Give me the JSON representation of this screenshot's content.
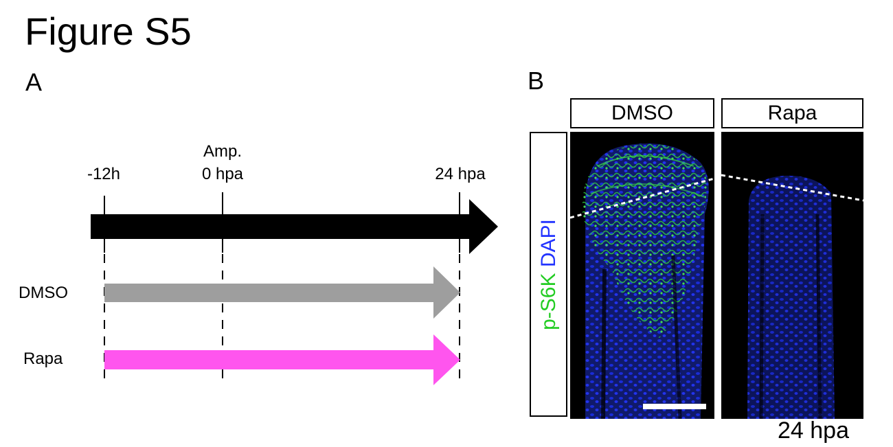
{
  "figure": {
    "title": "Figure S5"
  },
  "panel_a": {
    "label": "A",
    "timepoints": [
      {
        "label": "-12h"
      },
      {
        "label_line1": "Amp.",
        "label_line2": "0 hpa"
      },
      {
        "label": "24 hpa"
      }
    ],
    "conditions": [
      {
        "label": "DMSO",
        "arrow_color": "#9e9e9e"
      },
      {
        "label": "Rapa",
        "arrow_color": "#ff55ee"
      }
    ],
    "timeline_color": "#000000"
  },
  "panel_b": {
    "label": "B",
    "columns": [
      "DMSO",
      "Rapa"
    ],
    "stain_label": {
      "part1": "p-S6K",
      "part1_color": "#22cc22",
      "part2": "DAPI",
      "part2_color": "#2233ff"
    },
    "timepoint_label": "24 hpa"
  }
}
